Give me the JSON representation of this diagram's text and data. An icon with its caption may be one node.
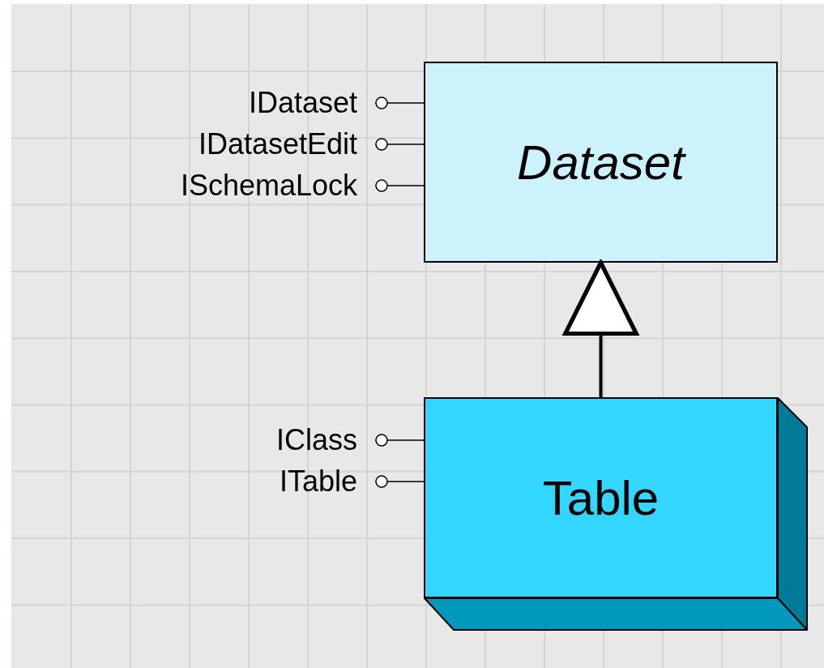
{
  "diagram": {
    "nodes": [
      {
        "text": [
          "Dataset"
        ]
      },
      {
        "text": [
          "Table"
        ]
      },
      {
        "text": [
          "IDataset"
        ]
      },
      {
        "text": [
          "IDatasetEdit"
        ]
      },
      {
        "text": [
          "ISchemaLock"
        ]
      },
      {
        "text": [
          "IClass"
        ]
      },
      {
        "text": [
          "ITable"
        ]
      }
    ],
    "edges": [
      {
        "from": 1,
        "to": 0,
        "arrow": "to",
        "style": "thick"
      },
      {
        "from": 2,
        "to": 0,
        "arrow": "other"
      },
      {
        "from": 3,
        "to": 0,
        "arrow": "other"
      },
      {
        "from": 4,
        "to": 0,
        "arrow": "other"
      },
      {
        "from": 5,
        "to": 1,
        "arrow": "other"
      },
      {
        "from": 6,
        "to": 1,
        "arrow": "other"
      }
    ]
  }
}
